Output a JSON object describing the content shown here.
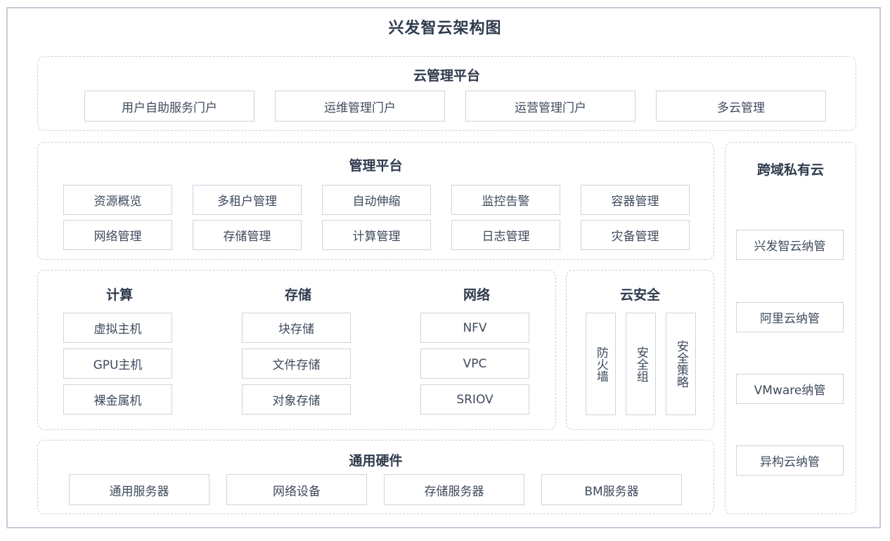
{
  "title": "兴发智云架构图",
  "cloud_mgmt": {
    "title": "云管理平台",
    "items": [
      "用户自助服务门户",
      "运维管理门户",
      "运营管理门户",
      "多云管理"
    ]
  },
  "mgmt_platform": {
    "title": "管理平台",
    "row1": [
      "资源概览",
      "多租户管理",
      "自动伸缩",
      "监控告警",
      "容器管理"
    ],
    "row2": [
      "网络管理",
      "存储管理",
      "计算管理",
      "日志管理",
      "灾备管理"
    ]
  },
  "compute": {
    "title": "计算",
    "items": [
      "虚拟主机",
      "GPU主机",
      "裸金属机"
    ]
  },
  "storage": {
    "title": "存储",
    "items": [
      "块存储",
      "文件存储",
      "对象存储"
    ]
  },
  "network": {
    "title": "网络",
    "items": [
      "NFV",
      "VPC",
      "SRIOV"
    ]
  },
  "security": {
    "title": "云安全",
    "items": [
      "防火墙",
      "安全组",
      "安全策略"
    ]
  },
  "hardware": {
    "title": "通用硬件",
    "items": [
      "通用服务器",
      "网络设备",
      "存储服务器",
      "BM服务器"
    ]
  },
  "private_cloud": {
    "title": "跨域私有云",
    "items": [
      "兴发智云纳管",
      "阿里云纳管",
      "VMware纳管",
      "异构云纳管"
    ]
  }
}
